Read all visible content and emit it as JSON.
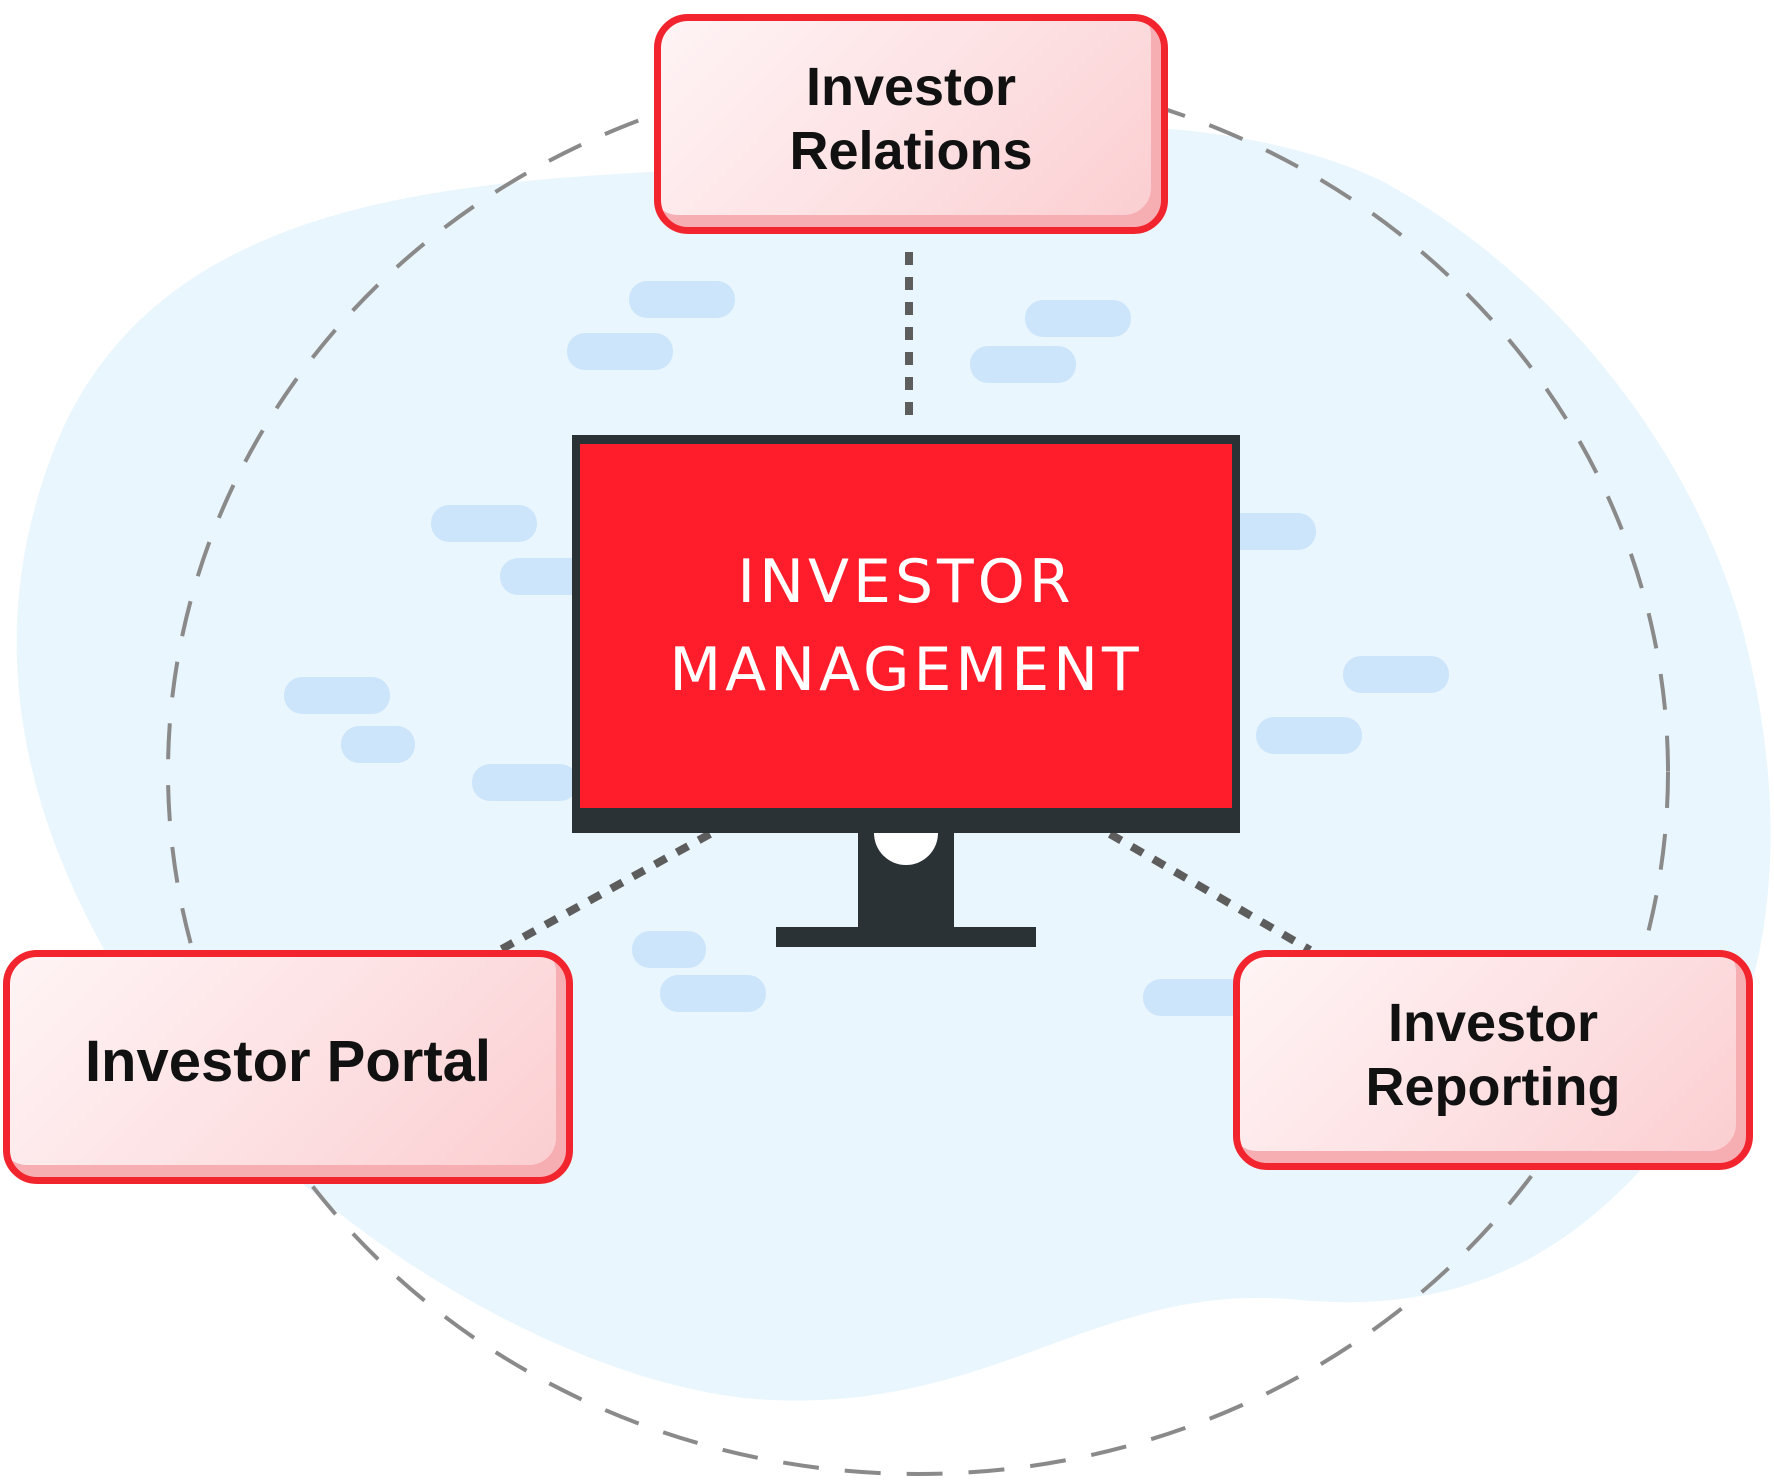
{
  "colors": {
    "accent_red": "#f2242d",
    "screen_red": "#ff1c2b",
    "blob_blue": "#eaf6fd",
    "dash_blue": "#cce5fb",
    "monitor_dark": "#2a3236",
    "connector_gray": "#5d5d5d"
  },
  "center": {
    "line1": "INVESTOR",
    "line2": "MANAGEMENT"
  },
  "nodes": {
    "relations": "Investor\nRelations",
    "portal": "Investor Portal",
    "reporting": "Investor\nReporting"
  },
  "icons": {
    "center": "monitor-icon"
  }
}
